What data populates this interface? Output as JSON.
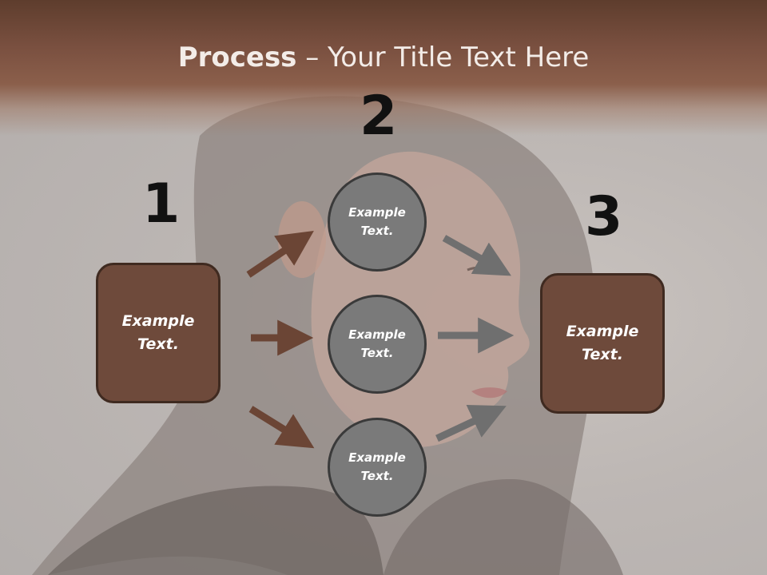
{
  "title": {
    "bold": "Process",
    "rest": " – Your Title Text Here"
  },
  "steps": {
    "one": "1",
    "two": "2",
    "three": "3"
  },
  "left_box": {
    "text": "Example\nText."
  },
  "right_box": {
    "text": "Example\nText."
  },
  "circles": [
    {
      "text": "Example\nText."
    },
    {
      "text": "Example\nText."
    },
    {
      "text": "Example\nText."
    }
  ],
  "colors": {
    "brown_box": "#6e4a3b",
    "gray_circle": "#7a7a7a",
    "brown_arrow": "#6b4535",
    "gray_arrow": "#6f6f6f",
    "header": "#7a5040"
  }
}
